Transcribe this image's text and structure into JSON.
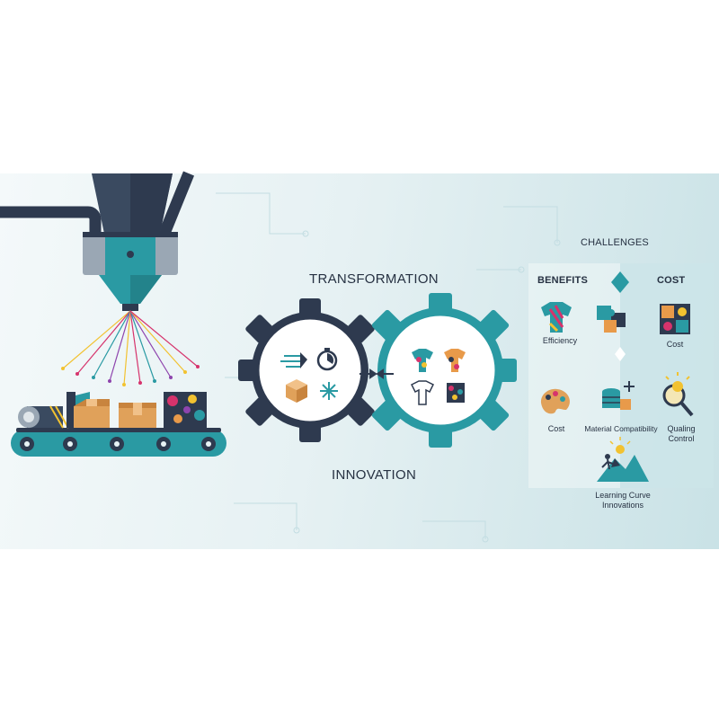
{
  "center": {
    "top_label": "TRANSFORMATION",
    "bottom_label": "INNOVATION"
  },
  "panel": {
    "title": "CHALLENGES",
    "left_header": "BENEFITS",
    "right_header": "COST",
    "items": [
      {
        "label": "Efficiency",
        "icon": "tshirt-icon"
      },
      {
        "label": "Cost",
        "icon": "pattern-tile-icon"
      },
      {
        "label": "Cost",
        "icon": "palette-icon"
      },
      {
        "label": "Material Compatibility",
        "icon": "material-stack-puzzle-icon"
      },
      {
        "label": "Qualing\nControl",
        "icon": "magnifier-icon"
      },
      {
        "label": "Learning Curve\nInnovations",
        "icon": "climber-mountain-icon"
      }
    ]
  },
  "colors": {
    "navy": "#2e3a4f",
    "teal": "#2a9aa3",
    "orange": "#e89a4a",
    "magenta": "#d6336c",
    "yellow": "#f2c230"
  }
}
